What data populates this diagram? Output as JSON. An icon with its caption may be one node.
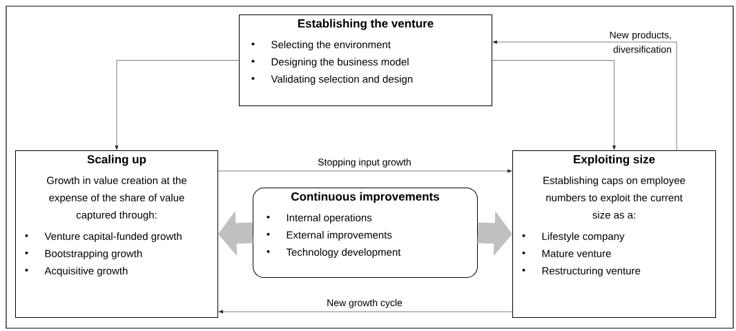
{
  "diagram": {
    "nodes": [
      {
        "text": [
          "Establishing the venture",
          "Selecting the environment",
          "Designing the business model",
          "Validating selection and design"
        ]
      },
      {
        "text": [
          "Scaling up",
          "Growth in value creation at the expense of the share of value captured through:",
          "Venture capital-funded growth",
          "Bootstrapping growth",
          "Acquisitive growth"
        ]
      },
      {
        "text": [
          "Continuous improvements",
          "Internal operations",
          "External improvements",
          "Technology development"
        ]
      },
      {
        "text": [
          "Exploiting size",
          "Establishing caps on employee numbers to exploit the current size as a:",
          "Lifestyle company",
          "Mature venture",
          "Restructuring venture"
        ]
      }
    ],
    "edges": [
      {
        "from": 0,
        "to": 1,
        "arrow": "to"
      },
      {
        "from": 0,
        "to": 3,
        "arrow": "to"
      },
      {
        "from": 3,
        "to": 0,
        "arrow": "to",
        "label": "New products, diversification"
      },
      {
        "from": 1,
        "to": 3,
        "arrow": "to",
        "label": "Stopping input growth"
      },
      {
        "from": 3,
        "to": 1,
        "arrow": "to",
        "label": "New growth cycle"
      },
      {
        "from": 2,
        "to": 1,
        "arrow": "to",
        "style": "thick",
        "color": "#c0c0c0"
      },
      {
        "from": 2,
        "to": 3,
        "arrow": "to",
        "style": "thick",
        "color": "#c0c0c0"
      }
    ]
  }
}
